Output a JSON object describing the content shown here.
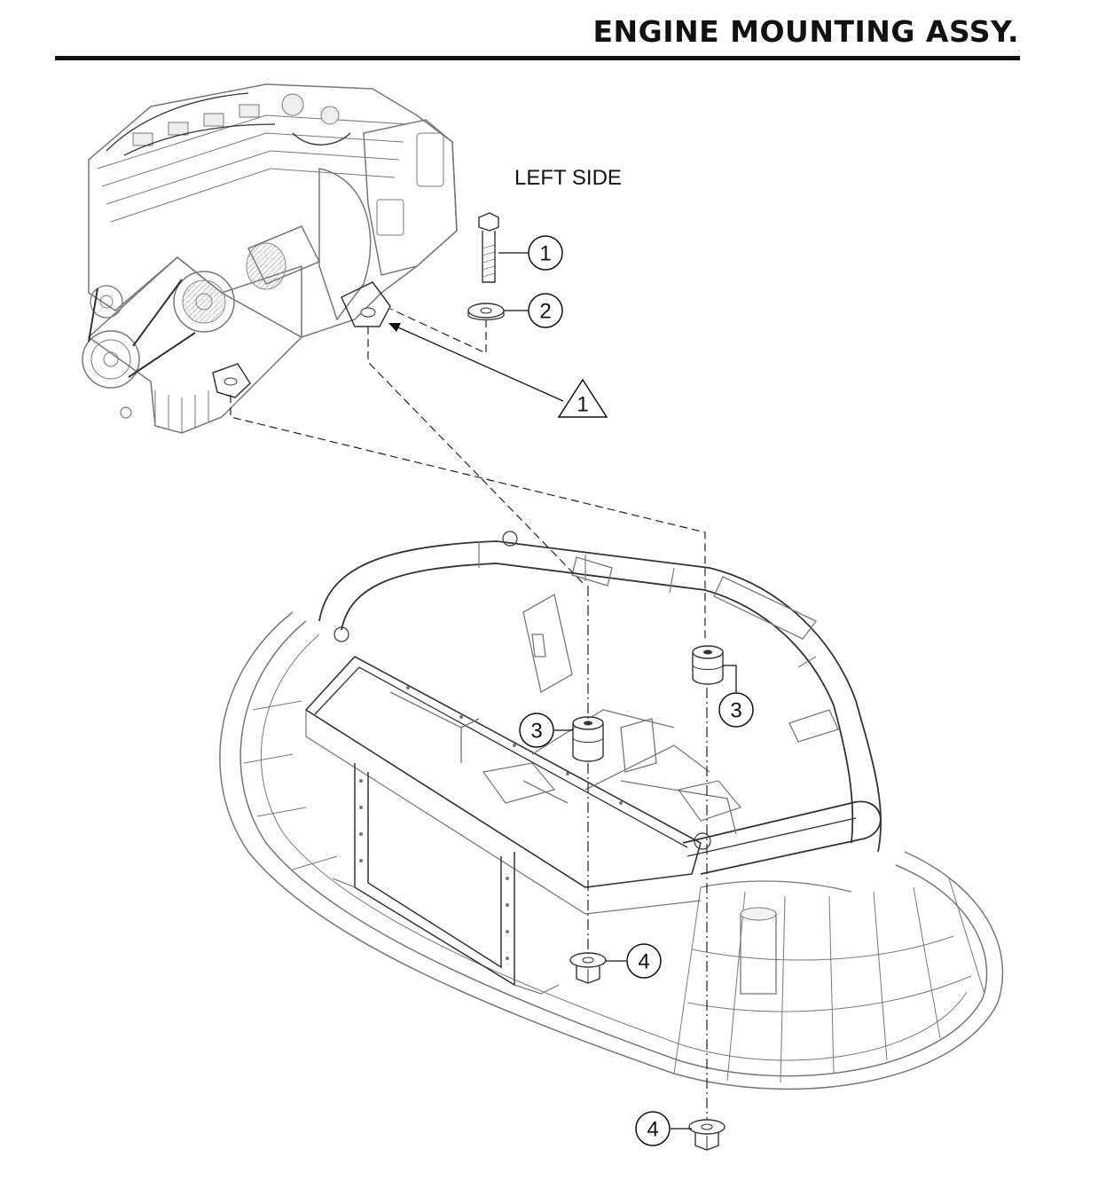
{
  "header": {
    "title": "ENGINE MOUNTING ASSY."
  },
  "diagram": {
    "view_label": "LEFT SIDE",
    "callouts": [
      {
        "id": "callout-1",
        "number": "1"
      },
      {
        "id": "callout-2",
        "number": "2"
      },
      {
        "id": "callout-3a",
        "number": "3"
      },
      {
        "id": "callout-3b",
        "number": "3"
      },
      {
        "id": "callout-4a",
        "number": "4"
      },
      {
        "id": "callout-4b",
        "number": "4"
      }
    ],
    "note": {
      "number": "1"
    }
  }
}
